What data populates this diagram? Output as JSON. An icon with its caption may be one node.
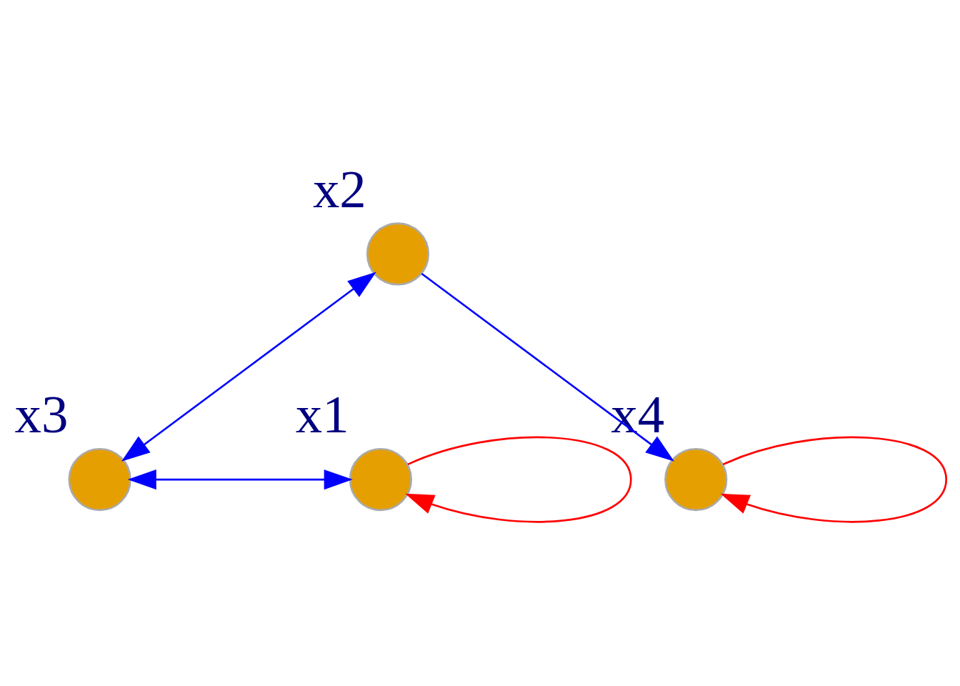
{
  "diagram": {
    "nodes": [
      {
        "text": [],
        "shape": "circle",
        "beside": [
          "x2"
        ]
      },
      {
        "text": [],
        "shape": "circle",
        "beside": [
          "x3"
        ]
      },
      {
        "text": [],
        "shape": "circle",
        "beside": [
          "x1"
        ]
      },
      {
        "text": [],
        "shape": "circle",
        "beside": [
          "x4"
        ]
      }
    ],
    "edges": [
      {
        "from": 0,
        "to": 1,
        "arrow": "both"
      },
      {
        "from": 1,
        "to": 2,
        "arrow": "both"
      },
      {
        "from": 0,
        "to": 3,
        "arrow": "to"
      },
      {
        "from": 2,
        "to": 2,
        "arrow": "to",
        "color": "#ff0000"
      },
      {
        "from": 3,
        "to": 3,
        "arrow": "to",
        "color": "#ff0000"
      }
    ]
  }
}
